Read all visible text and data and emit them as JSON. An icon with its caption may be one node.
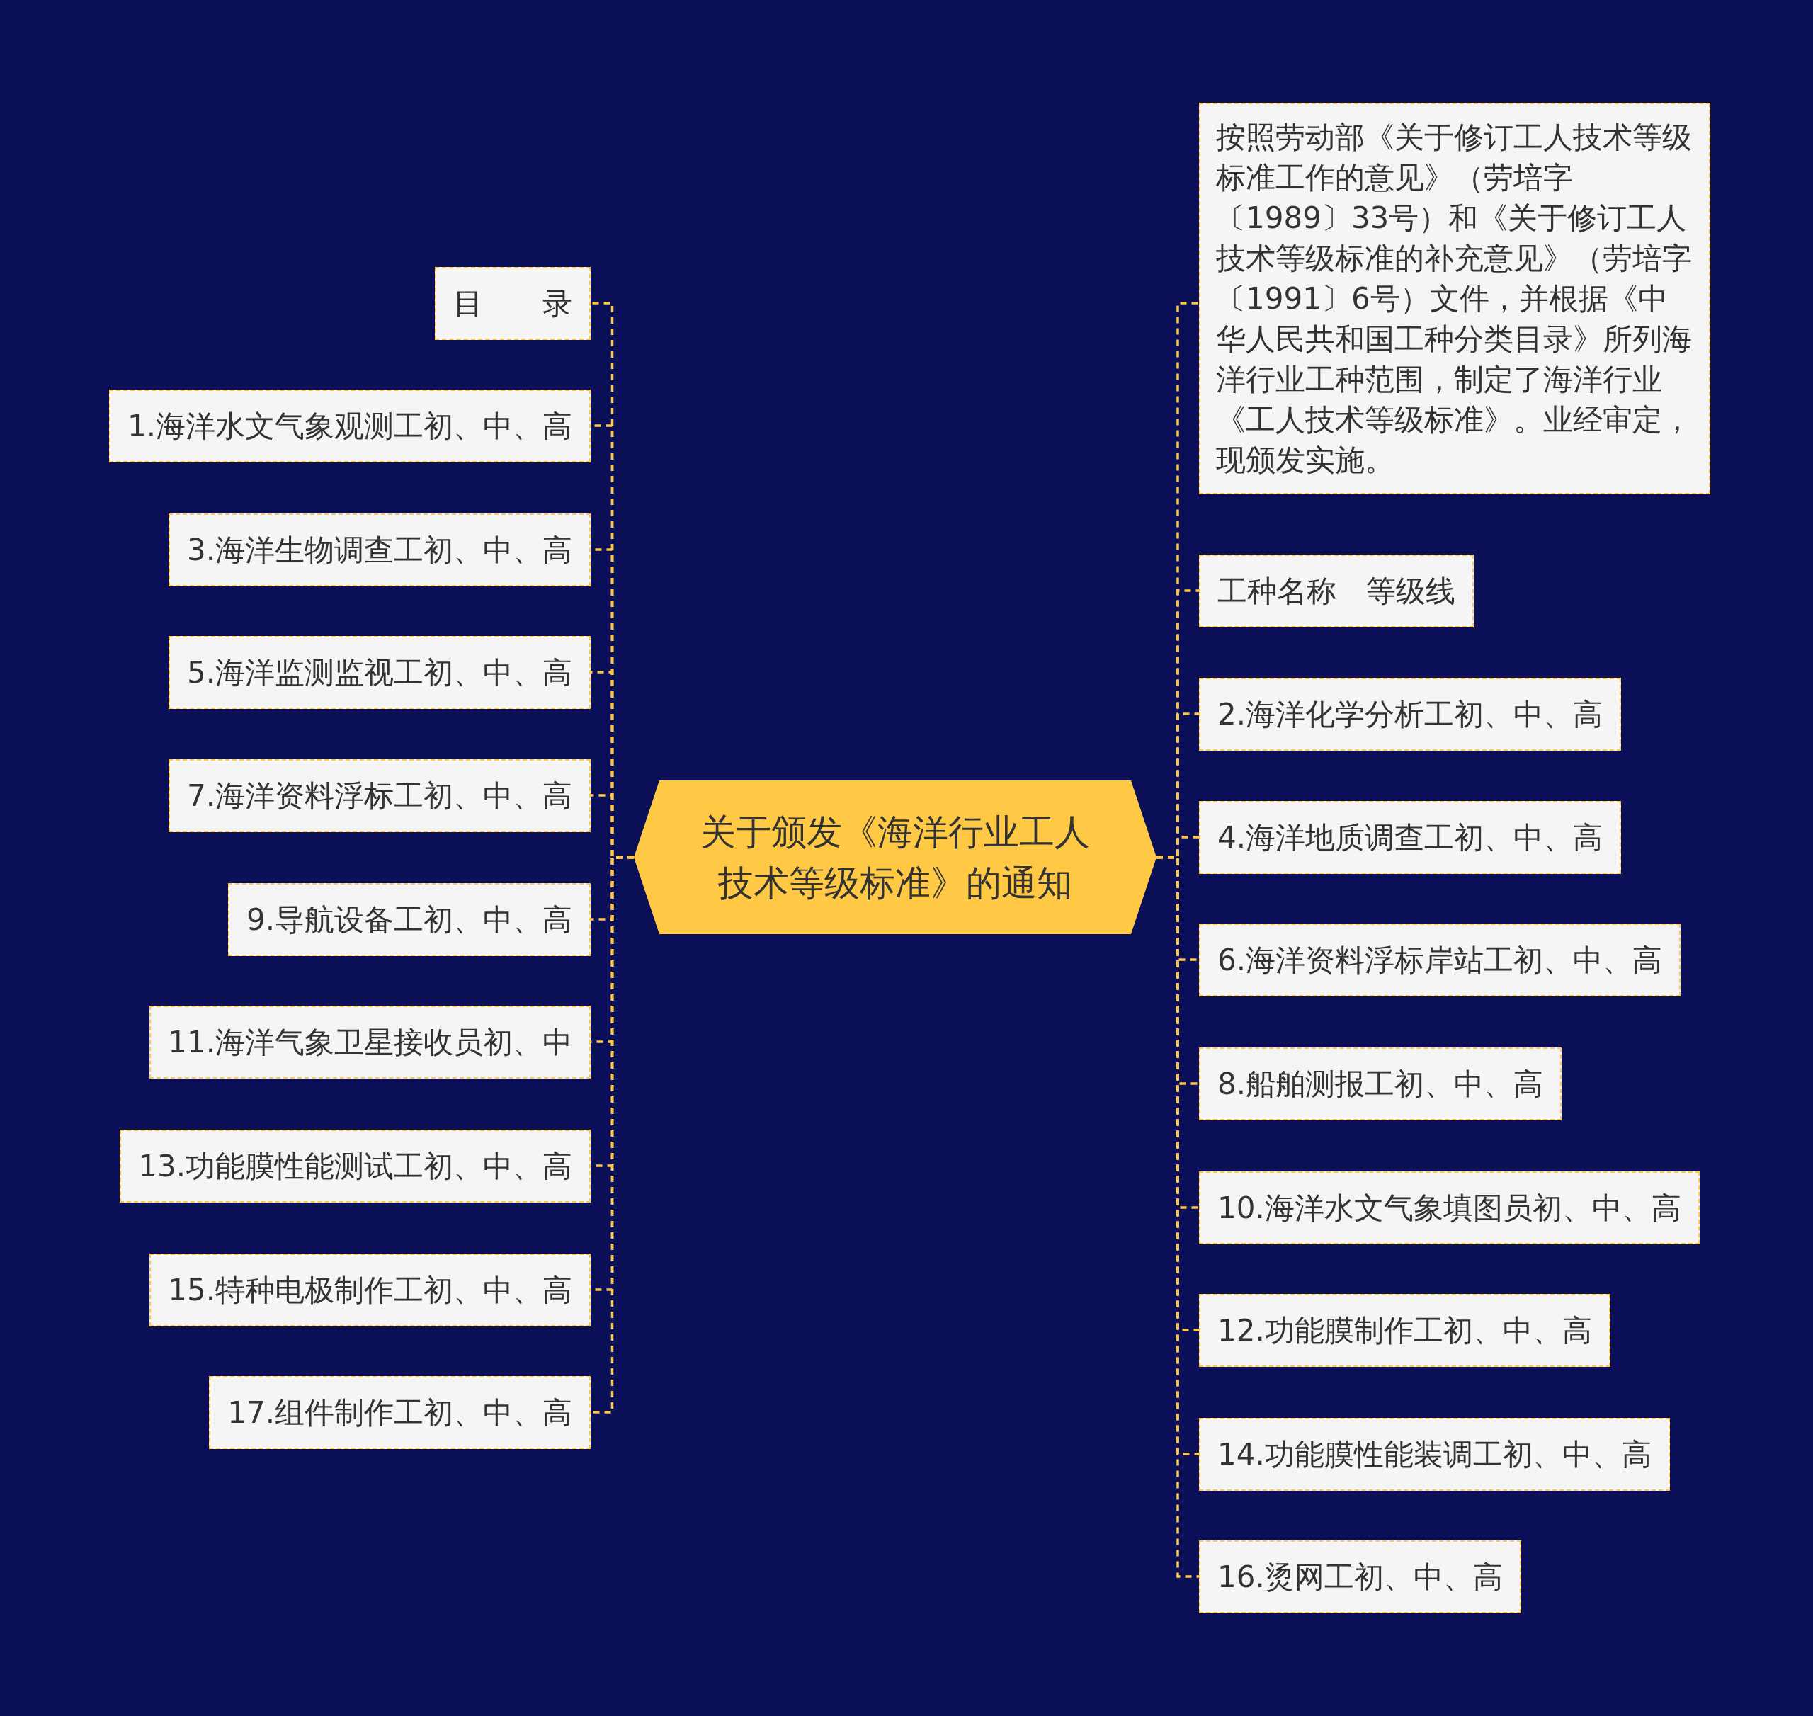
{
  "diagram": {
    "nodes": [
      {
        "text": [
          "关于颁发《海洋行业工人技术等级标准》的通知"
        ]
      },
      {
        "text": [
          "目　　录"
        ]
      },
      {
        "text": [
          "1.海洋水文气象观测工初、中、高"
        ]
      },
      {
        "text": [
          "3.海洋生物调查工初、中、高"
        ]
      },
      {
        "text": [
          "5.海洋监测监视工初、中、高"
        ]
      },
      {
        "text": [
          "7.海洋资料浮标工初、中、高"
        ]
      },
      {
        "text": [
          "9.导航设备工初、中、高"
        ]
      },
      {
        "text": [
          "11.海洋气象卫星接收员初、中"
        ]
      },
      {
        "text": [
          "13.功能膜性能测试工初、中、高"
        ]
      },
      {
        "text": [
          "15.特种电极制作工初、中、高"
        ]
      },
      {
        "text": [
          "17.组件制作工初、中、高"
        ]
      },
      {
        "text": [
          "按照劳动部《关于修订工人技术等级标准工作的意见》（劳培字〔1989〕33号）和《关于修订工人技术等级标准的补充意见》（劳培字〔1991〕6号）文件，并根据《中华人民共和国工种分类目录》所列海洋行业工种范围，制定了海洋行业《工人技术等级标准》。业经审定，现颁发实施。"
        ]
      },
      {
        "text": [
          "工种名称　等级线"
        ]
      },
      {
        "text": [
          "2.海洋化学分析工初、中、高"
        ]
      },
      {
        "text": [
          "4.海洋地质调查工初、中、高"
        ]
      },
      {
        "text": [
          "6.海洋资料浮标岸站工初、中、高"
        ]
      },
      {
        "text": [
          "8.船舶测报工初、中、高"
        ]
      },
      {
        "text": [
          "10.海洋水文气象填图员初、中、高"
        ]
      },
      {
        "text": [
          "12.功能膜制作工初、中、高"
        ]
      },
      {
        "text": [
          "14.功能膜性能装调工初、中、高"
        ]
      },
      {
        "text": [
          "16.烫网工初、中、高"
        ]
      }
    ],
    "edges": [
      {
        "from": 0,
        "to": 1,
        "arrow": "none"
      },
      {
        "from": 0,
        "to": 2,
        "arrow": "none"
      },
      {
        "from": 0,
        "to": 3,
        "arrow": "none"
      },
      {
        "from": 0,
        "to": 4,
        "arrow": "none"
      },
      {
        "from": 0,
        "to": 5,
        "arrow": "none"
      },
      {
        "from": 0,
        "to": 6,
        "arrow": "none"
      },
      {
        "from": 0,
        "to": 7,
        "arrow": "none"
      },
      {
        "from": 0,
        "to": 8,
        "arrow": "none"
      },
      {
        "from": 0,
        "to": 9,
        "arrow": "none"
      },
      {
        "from": 0,
        "to": 10,
        "arrow": "none"
      },
      {
        "from": 0,
        "to": 11,
        "arrow": "none"
      },
      {
        "from": 0,
        "to": 12,
        "arrow": "none"
      },
      {
        "from": 0,
        "to": 13,
        "arrow": "none"
      },
      {
        "from": 0,
        "to": 14,
        "arrow": "none"
      },
      {
        "from": 0,
        "to": 15,
        "arrow": "none"
      },
      {
        "from": 0,
        "to": 16,
        "arrow": "none"
      },
      {
        "from": 0,
        "to": 17,
        "arrow": "none"
      },
      {
        "from": 0,
        "to": 18,
        "arrow": "none"
      },
      {
        "from": 0,
        "to": 19,
        "arrow": "none"
      },
      {
        "from": 0,
        "to": 20,
        "arrow": "none"
      }
    ]
  }
}
